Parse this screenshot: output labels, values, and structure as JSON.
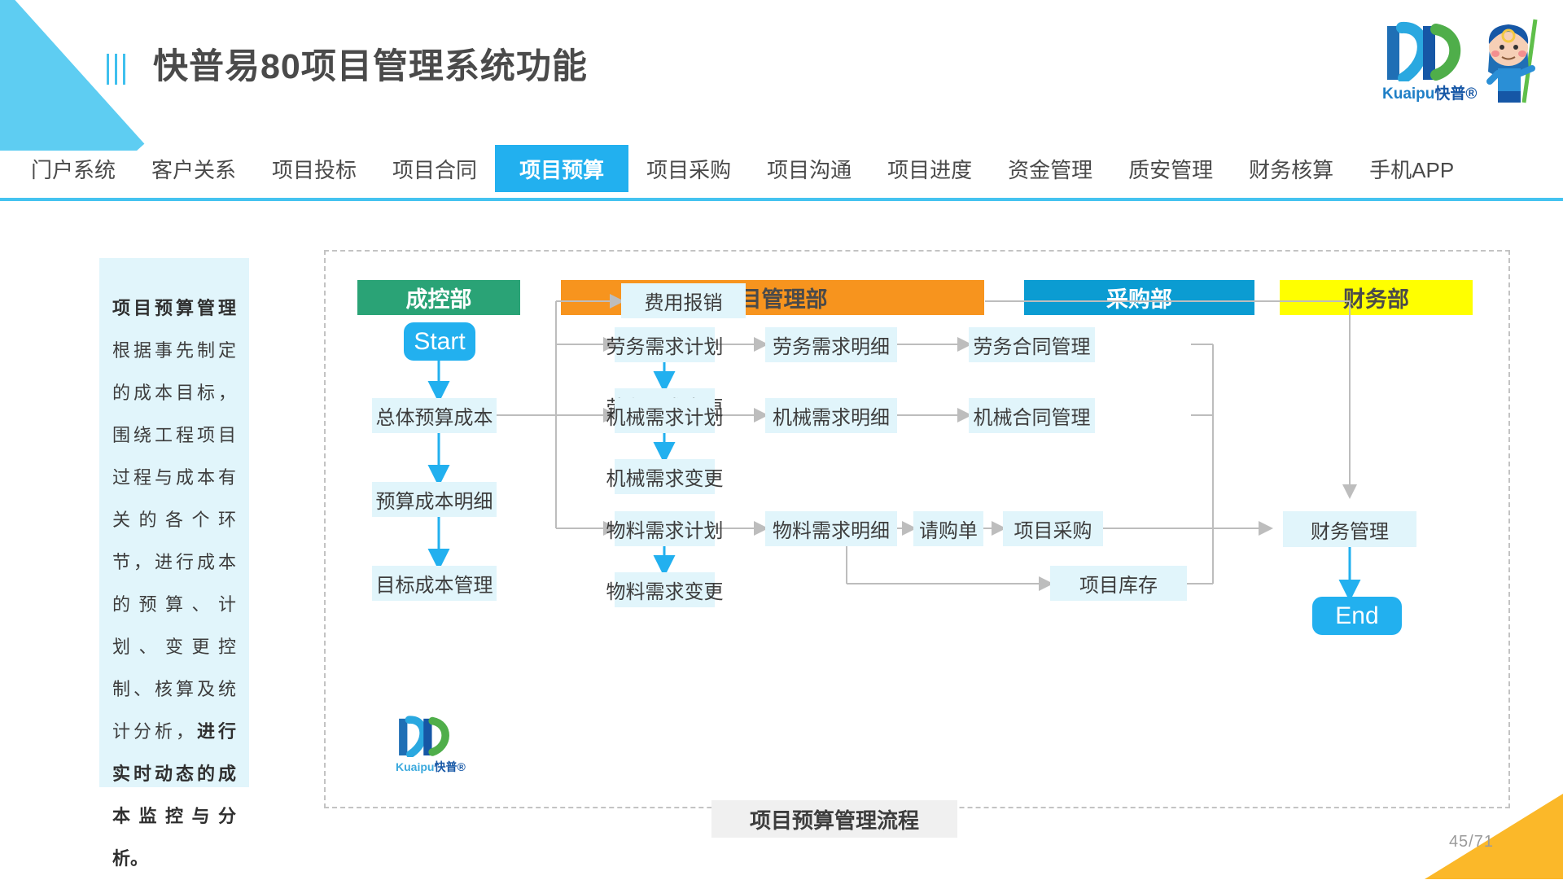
{
  "header": {
    "title": "快普易80项目管理系统功能",
    "bars_icon": "menu-bars-icon"
  },
  "brand": {
    "logo_mark": "kp-monogram-logo",
    "latin": "Kuaipu",
    "chinese": "快普",
    "registered": "®",
    "mascot": "monkey-mascot-icon"
  },
  "nav": {
    "items": [
      {
        "label": "门户系统",
        "active": false
      },
      {
        "label": "客户关系",
        "active": false
      },
      {
        "label": "项目投标",
        "active": false
      },
      {
        "label": "项目合同",
        "active": false
      },
      {
        "label": "项目预算",
        "active": true
      },
      {
        "label": "项目采购",
        "active": false
      },
      {
        "label": "项目沟通",
        "active": false
      },
      {
        "label": "项目进度",
        "active": false
      },
      {
        "label": "资金管理",
        "active": false
      },
      {
        "label": "质安管理",
        "active": false
      },
      {
        "label": "财务核算",
        "active": false
      },
      {
        "label": "手机APP",
        "active": false
      }
    ]
  },
  "description": {
    "lead": "项目预算管理",
    "body": "根据事先制定的成本目标，围绕工程项目过程与成本有关的各个环节，进行成本的预算、计划、变更控制、核算及统计分析，",
    "tail": "进行实时动态的成本监控与分析。"
  },
  "flow": {
    "caption": "项目预算管理流程",
    "departments": [
      {
        "label": "成控部",
        "color": "#2aa376",
        "text_color": "#ffffff"
      },
      {
        "label": "项目管理部",
        "color": "#f7941e",
        "text_color": "#4a4a4a"
      },
      {
        "label": "采购部",
        "color": "#0b9cd2",
        "text_color": "#ffffff"
      },
      {
        "label": "财务部",
        "color": "#ffff00",
        "text_color": "#4a4a4a"
      }
    ],
    "nodes": {
      "start": "Start",
      "total_budget_cost": "总体预算成本",
      "budget_cost_detail": "预算成本明细",
      "target_cost_mgmt": "目标成本管理",
      "expense_reimbursement": "费用报销",
      "labor_demand_plan": "劳务需求计划",
      "labor_demand_detail": "劳务需求明细",
      "labor_demand_change": "劳务需求变更",
      "labor_contract_mgmt": "劳务合同管理",
      "machine_demand_plan": "机械需求计划",
      "machine_demand_detail": "机械需求明细",
      "machine_demand_change": "机械需求变更",
      "machine_contract_mgmt": "机械合同管理",
      "material_demand_plan": "物料需求计划",
      "material_demand_detail": "物料需求明细",
      "material_demand_change": "物料需求变更",
      "purchase_request": "请购单",
      "project_procurement": "项目采购",
      "project_inventory": "项目库存",
      "finance_mgmt": "财务管理",
      "end": "End"
    }
  },
  "footer": {
    "page": "45/71"
  },
  "colors": {
    "accent_blue": "#22b0ef",
    "rule_blue": "#44c3f0",
    "node_bg": "#e1f5fb",
    "corner_orange": "#fbb829",
    "dept_green": "#2aa376",
    "dept_orange": "#f7941e",
    "dept_blue": "#0b9cd2",
    "dept_yellow": "#ffff00"
  }
}
